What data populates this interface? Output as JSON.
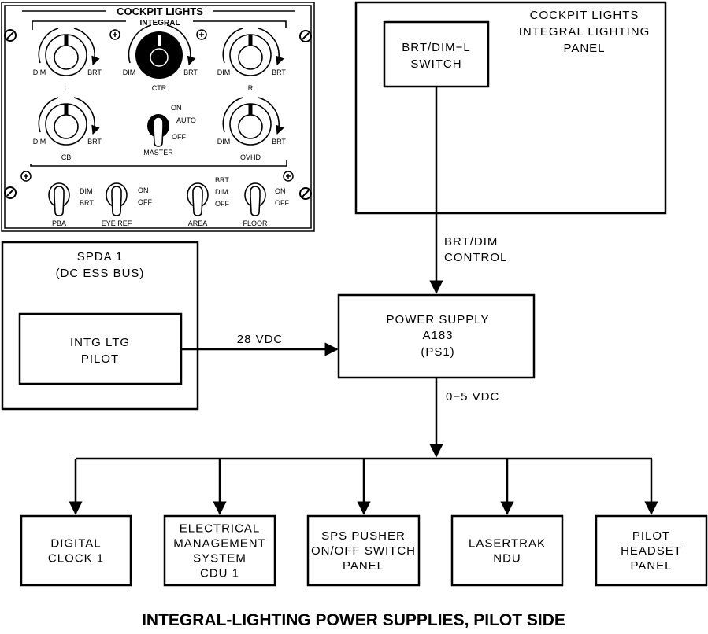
{
  "panel": {
    "title": "COCKPIT LIGHTS",
    "subtitle": "INTEGRAL",
    "knobs": [
      {
        "name": "L",
        "dim": "DIM",
        "brt": "BRT"
      },
      {
        "name": "CTR",
        "dim": "DIM",
        "brt": "BRT"
      },
      {
        "name": "R",
        "dim": "DIM",
        "brt": "BRT"
      },
      {
        "name": "CB",
        "dim": "DIM",
        "brt": "BRT"
      },
      {
        "name": "OVHD",
        "dim": "DIM",
        "brt": "BRT"
      }
    ],
    "master": {
      "name": "MASTER",
      "positions": [
        "ON",
        "AUTO",
        "OFF"
      ]
    },
    "toggles": [
      {
        "name": "PBA",
        "positions": [
          "DIM",
          "BRT"
        ]
      },
      {
        "name": "EYE REF",
        "positions": [
          "ON",
          "OFF"
        ]
      },
      {
        "name": "AREA",
        "positions": [
          "BRT",
          "DIM",
          "OFF"
        ]
      },
      {
        "name": "FLOOR",
        "positions": [
          "ON",
          "OFF"
        ]
      }
    ]
  },
  "integral_panel": {
    "title_lines": [
      "COCKPIT LIGHTS",
      "INTEGRAL LIGHTING",
      "PANEL"
    ],
    "switch_lines": [
      "BRT/DIM−L",
      "SWITCH"
    ]
  },
  "spda": {
    "title_lines": [
      "SPDA 1",
      "(DC ESS BUS)"
    ],
    "breaker_lines": [
      "INTG LTG",
      "PILOT"
    ]
  },
  "signals": {
    "control_lines": [
      "BRT/DIM",
      "CONTROL"
    ],
    "input": "28 VDC",
    "output": "0−5 VDC"
  },
  "power_supply": {
    "lines": [
      "POWER SUPPLY",
      "A183",
      "(PS1)"
    ]
  },
  "loads": [
    {
      "lines": [
        "DIGITAL",
        "CLOCK 1"
      ]
    },
    {
      "lines": [
        "ELECTRICAL",
        "MANAGEMENT",
        "SYSTEM",
        "CDU 1"
      ]
    },
    {
      "lines": [
        "SPS PUSHER",
        "ON/OFF SWITCH",
        "PANEL"
      ]
    },
    {
      "lines": [
        "LASERTRAK",
        "NDU"
      ]
    },
    {
      "lines": [
        "PILOT",
        "HEADSET",
        "PANEL"
      ]
    }
  ],
  "caption": "INTEGRAL-LIGHTING POWER SUPPLIES, PILOT SIDE"
}
